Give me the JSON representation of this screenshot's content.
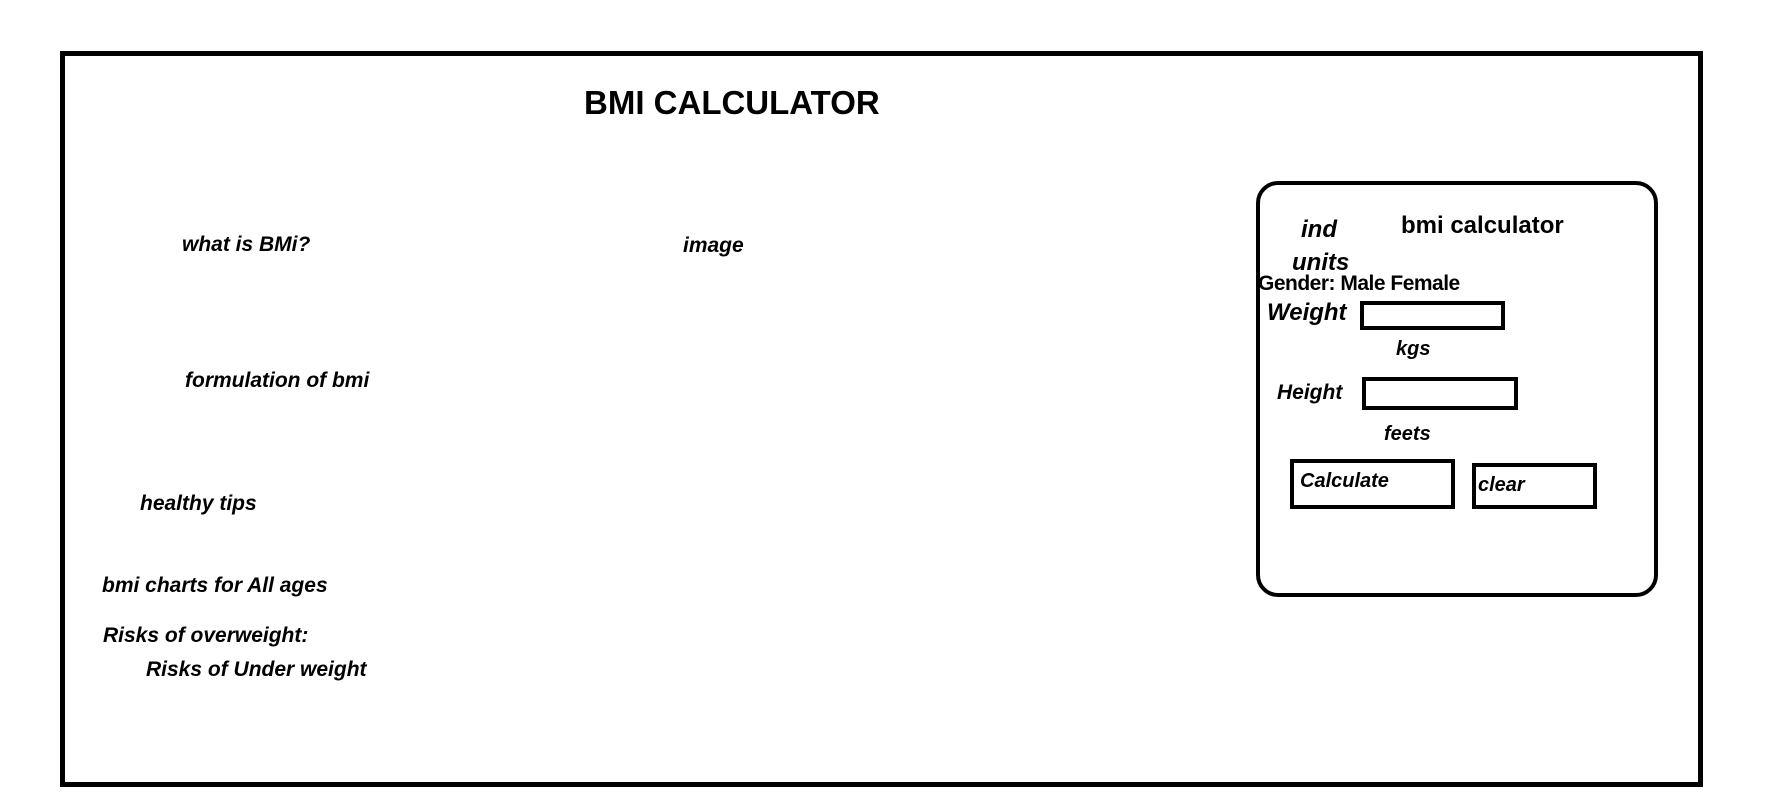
{
  "page": {
    "title": "BMI CALCULATOR"
  },
  "left": {
    "what_is_bmi": "what is BMi?",
    "image": "image",
    "formulation": "formulation of bmi",
    "healthy_tips": "healthy tips",
    "charts": "bmi charts for All ages",
    "risks_over": "Risks of overweight:",
    "risks_under": "Risks of Under weight"
  },
  "calculator": {
    "units_line1": "ind",
    "units_line2": "units",
    "heading": "bmi calculator",
    "gender": "Gender: Male  Female",
    "weight_label": "Weight",
    "weight_unit": "kgs",
    "height_label": "Height",
    "height_unit": "feets",
    "calculate_label": "Calculate",
    "clear_label": "clear"
  }
}
